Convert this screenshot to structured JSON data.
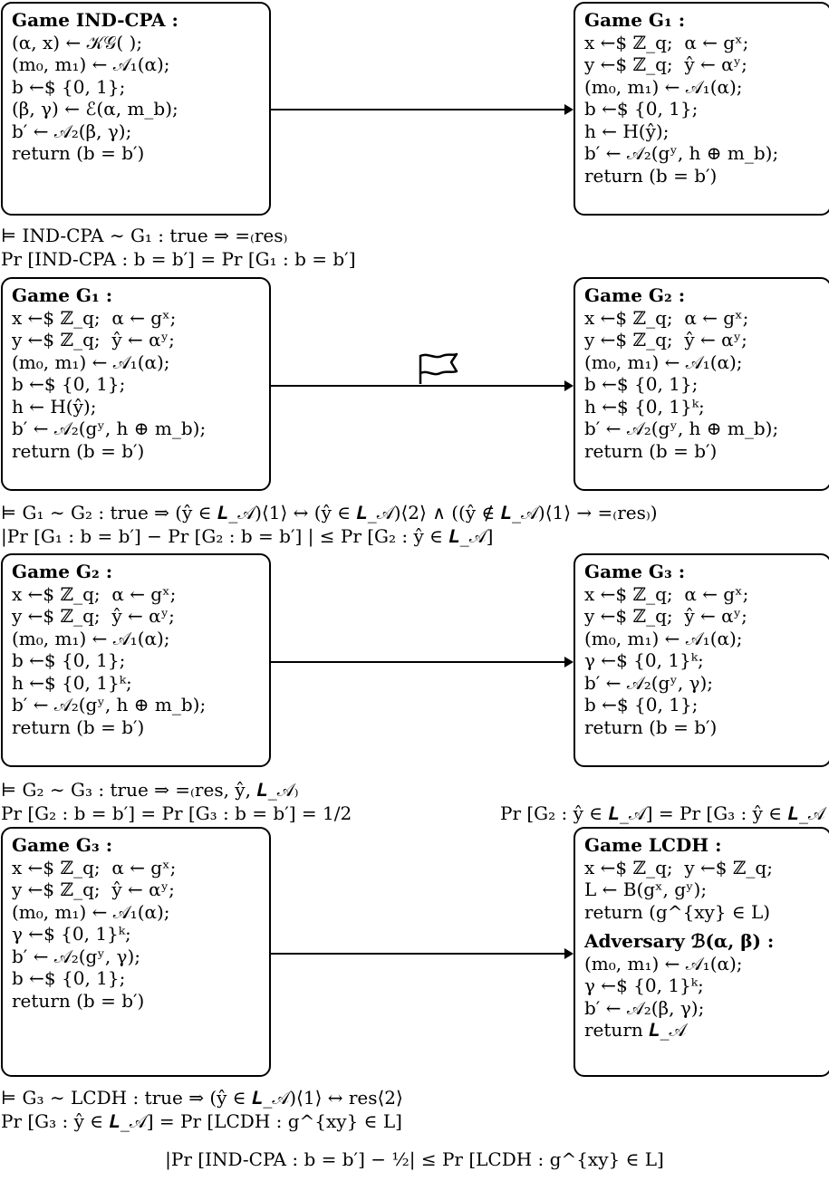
{
  "steps": [
    {
      "left": {
        "title": "Game IND-CPA :",
        "lines": [
          "(α, x) ← 𝒦𝒢( );",
          "(m₀, m₁) ← 𝒜₁(α);",
          "b ←$ {0, 1};",
          "(β, γ) ← ℰ(α, m_b);",
          "b′ ← 𝒜₂(β, γ);",
          "return (b = b′)"
        ]
      },
      "right": {
        "title": "Game G₁ :",
        "lines": [
          "x ←$ ℤ_q;  α ← gˣ;",
          "y ←$ ℤ_q;  ŷ ← αʸ;",
          "(m₀, m₁) ← 𝒜₁(α);",
          "b ←$ {0, 1};",
          "h ← H(ŷ);",
          "b′ ← 𝒜₂(gʸ, h ⊕ m_b);",
          "return (b = b′)"
        ]
      },
      "statements": [
        "⊨ IND-CPA ∼ G₁ : true ⇒ =₍res₎",
        "Pr [IND-CPA : b = b′] = Pr [G₁ : b = b′]"
      ]
    },
    {
      "left": {
        "title": "Game G₁ :",
        "lines": [
          "x ←$ ℤ_q;  α ← gˣ;",
          "y ←$ ℤ_q;  ŷ ← αʸ;",
          "(m₀, m₁) ← 𝒜₁(α);",
          "b ←$ {0, 1};",
          "h ← H(ŷ);",
          "b′ ← 𝒜₂(gʸ, h ⊕ m_b);",
          "return (b = b′)"
        ]
      },
      "right": {
        "title": "Game G₂ :",
        "lines": [
          "x ←$ ℤ_q;  α ← gˣ;",
          "y ←$ ℤ_q;  ŷ ← αʸ;",
          "(m₀, m₁) ← 𝒜₁(α);",
          "b ←$ {0, 1};",
          "h ←$ {0, 1}ᵏ;",
          "b′ ← 𝒜₂(gʸ, h ⊕ m_b);",
          "return (b = b′)"
        ]
      },
      "statements": [
        "⊨ G₁ ∼ G₂ : true ⇒ (ŷ ∈ 𝑳_𝒜)⟨1⟩ ↔ (ŷ ∈ 𝑳_𝒜)⟨2⟩ ∧ ((ŷ ∉ 𝑳_𝒜)⟨1⟩ → =₍res₎)",
        "|Pr [G₁ : b = b′] − Pr [G₂ : b = b′] | ≤ Pr [G₂ : ŷ ∈ 𝑳_𝒜]"
      ]
    },
    {
      "left": {
        "title": "Game G₂ :",
        "lines": [
          "x ←$ ℤ_q;  α ← gˣ;",
          "y ←$ ℤ_q;  ŷ ← αʸ;",
          "(m₀, m₁) ← 𝒜₁(α);",
          "b ←$ {0, 1};",
          "h ←$ {0, 1}ᵏ;",
          "b′ ← 𝒜₂(gʸ, h ⊕ m_b);",
          "return (b = b′)"
        ]
      },
      "right": {
        "title": "Game G₃ :",
        "lines": [
          "x ←$ ℤ_q;  α ← gˣ;",
          "y ←$ ℤ_q;  ŷ ← αʸ;",
          "(m₀, m₁) ← 𝒜₁(α);",
          "γ ←$ {0, 1}ᵏ;",
          "b′ ← 𝒜₂(gʸ, γ);",
          "b ←$ {0, 1};",
          "return (b = b′)"
        ]
      },
      "statements": [
        "⊨ G₂ ∼ G₃ : true ⇒ =₍res, ŷ, 𝑳_𝒜₎",
        "Pr [G₂ : b = b′] = Pr [G₃ : b = b′] = 1/2"
      ],
      "side_statement": "Pr [G₂ : ŷ ∈ 𝑳_𝒜] = Pr [G₃ : ŷ ∈ 𝑳_𝒜"
    },
    {
      "left": {
        "title": "Game G₃ :",
        "lines": [
          "x ←$ ℤ_q;  α ← gˣ;",
          "y ←$ ℤ_q;  ŷ ← αʸ;",
          "(m₀, m₁) ← 𝒜₁(α);",
          "γ ←$ {0, 1}ᵏ;",
          "b′ ← 𝒜₂(gʸ, γ);",
          "b ←$ {0, 1};",
          "return (b = b′)"
        ]
      },
      "right": {
        "title": "Game LCDH :",
        "lines": [
          "x ←$ ℤ_q;  y ←$ ℤ_q;",
          "L ← B(gˣ, gʸ);",
          "return (g^{xy} ∈ L)"
        ],
        "title2": "Adversary ℬ(α, β) :",
        "lines2": [
          "(m₀, m₁) ← 𝒜₁(α);",
          "γ ←$ {0, 1}ᵏ;",
          "b′ ← 𝒜₂(β, γ);",
          "return 𝑳_𝒜"
        ]
      },
      "statements": [
        "⊨ G₃ ∼ LCDH : true ⇒ (ŷ ∈ 𝑳_𝒜)⟨1⟩ ↔ res⟨2⟩",
        "Pr [G₃ : ŷ ∈ 𝑳_𝒜] = Pr [LCDH : g^{xy} ∈ L]"
      ]
    }
  ],
  "conclusion": "|Pr [IND-CPA : b = b′] − ½| ≤ Pr [LCDH : g^{xy} ∈ L]"
}
